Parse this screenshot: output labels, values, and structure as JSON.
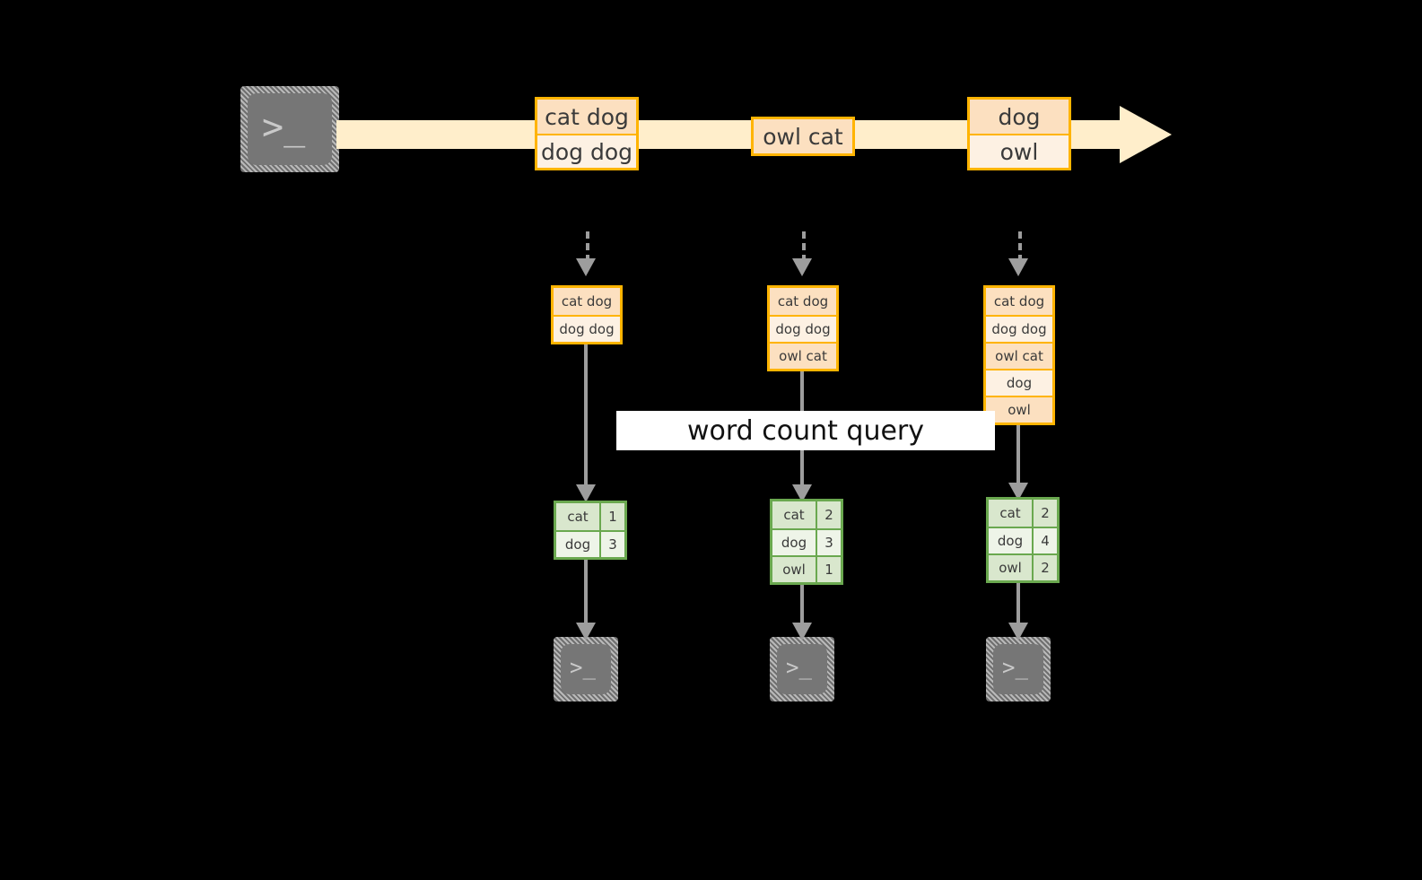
{
  "diagram": {
    "title": "word count query",
    "colors": {
      "stream_band": "#ffeecb",
      "record_border": "#ffb400",
      "record_fill_dark": "#fce0c0",
      "record_fill_light": "#fdf1e3",
      "result_border": "#6aa84f",
      "result_fill_dark": "#d9e7cd",
      "result_fill_light": "#eef4e8",
      "terminal_body": "#767676",
      "connector": "#9d9d9d",
      "background": "#000000"
    }
  },
  "source": {
    "icon": "terminal-icon",
    "glyph": ">_"
  },
  "stream": {
    "arrow_icon": "right-arrow-icon",
    "groups": [
      {
        "name": "stream-group-1",
        "rows": [
          {
            "text": "cat dog",
            "shade": "dark"
          },
          {
            "text": "dog dog",
            "shade": "light"
          }
        ]
      },
      {
        "name": "stream-group-2",
        "rows": [
          {
            "text": "owl cat",
            "shade": "dark"
          }
        ]
      },
      {
        "name": "stream-group-3",
        "rows": [
          {
            "text": "dog",
            "shade": "dark"
          },
          {
            "text": "owl",
            "shade": "light"
          }
        ]
      }
    ]
  },
  "snapshots": [
    {
      "name": "snapshot-1",
      "rows": [
        {
          "text": "cat dog",
          "shade": "dark"
        },
        {
          "text": "dog dog",
          "shade": "light"
        }
      ]
    },
    {
      "name": "snapshot-2",
      "rows": [
        {
          "text": "cat dog",
          "shade": "dark"
        },
        {
          "text": "dog dog",
          "shade": "light"
        },
        {
          "text": "owl cat",
          "shade": "dark"
        }
      ]
    },
    {
      "name": "snapshot-3",
      "rows": [
        {
          "text": "cat dog",
          "shade": "dark"
        },
        {
          "text": "dog dog",
          "shade": "light"
        },
        {
          "text": "owl cat",
          "shade": "dark"
        },
        {
          "text": "dog",
          "shade": "light"
        },
        {
          "text": "owl",
          "shade": "dark"
        }
      ]
    }
  ],
  "results": [
    {
      "name": "result-1",
      "rows": [
        {
          "word": "cat",
          "count": "1",
          "shade": "dark"
        },
        {
          "word": "dog",
          "count": "3",
          "shade": "light"
        }
      ]
    },
    {
      "name": "result-2",
      "rows": [
        {
          "word": "cat",
          "count": "2",
          "shade": "dark"
        },
        {
          "word": "dog",
          "count": "3",
          "shade": "light"
        },
        {
          "word": "owl",
          "count": "1",
          "shade": "dark"
        }
      ]
    },
    {
      "name": "result-3",
      "rows": [
        {
          "word": "cat",
          "count": "2",
          "shade": "dark"
        },
        {
          "word": "dog",
          "count": "4",
          "shade": "light"
        },
        {
          "word": "owl",
          "count": "2",
          "shade": "dark"
        }
      ]
    }
  ],
  "sinks": [
    {
      "name": "sink-1",
      "icon": "terminal-icon",
      "glyph": ">_"
    },
    {
      "name": "sink-2",
      "icon": "terminal-icon",
      "glyph": ">_"
    },
    {
      "name": "sink-3",
      "icon": "terminal-icon",
      "glyph": ">_"
    }
  ]
}
